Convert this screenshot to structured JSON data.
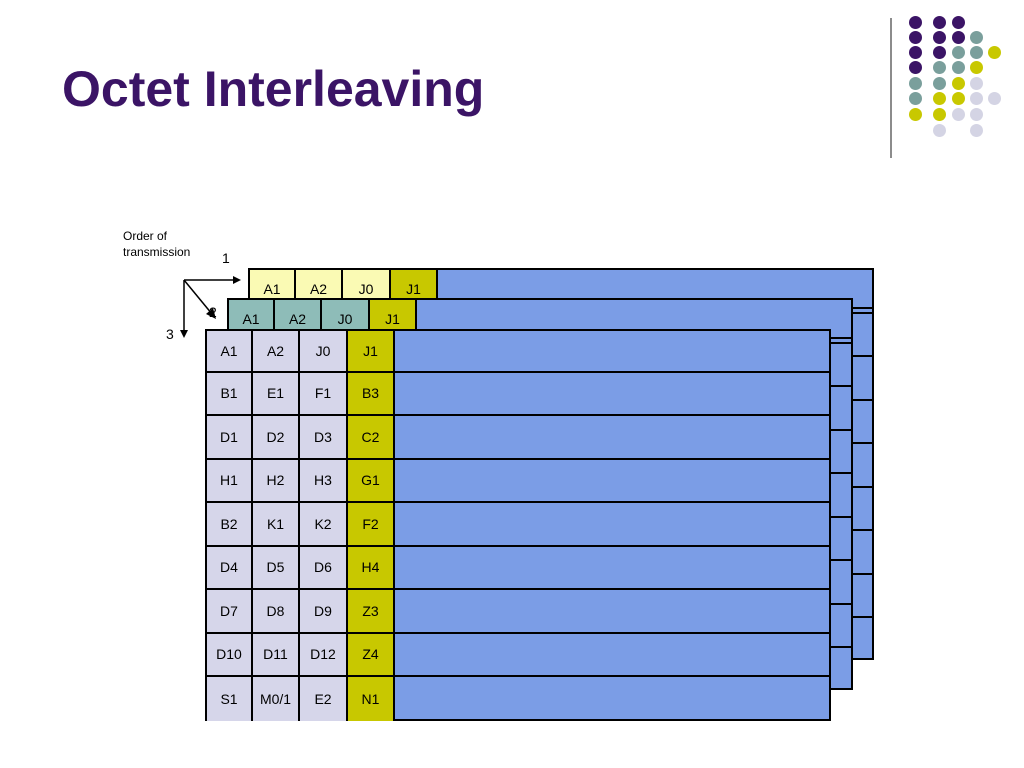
{
  "title": "Octet Interleaving",
  "caption": {
    "line1": "Order of",
    "line2": "transmission"
  },
  "order_labels": [
    "1",
    "2",
    "3"
  ],
  "colors": {
    "title": "#3b1466",
    "payload_blue": "#7b9de6",
    "oh_lavender": "#d6d6ea",
    "oh_yellow": "#c8c800",
    "frame1_cream": "#fafab4",
    "frame2_teal": "#8ebcb8"
  },
  "frame1": {
    "row0": [
      "A1",
      "A2",
      "J0",
      "J1"
    ]
  },
  "frame2": {
    "row0": [
      "A1",
      "A2",
      "J0",
      "J1"
    ]
  },
  "frame3": {
    "rows": [
      [
        "A1",
        "A2",
        "J0",
        "J1"
      ],
      [
        "B1",
        "E1",
        "F1",
        "B3"
      ],
      [
        "D1",
        "D2",
        "D3",
        "C2"
      ],
      [
        "H1",
        "H2",
        "H3",
        "G1"
      ],
      [
        "B2",
        "K1",
        "K2",
        "F2"
      ],
      [
        "D4",
        "D5",
        "D6",
        "H4"
      ],
      [
        "D7",
        "D8",
        "D9",
        "Z3"
      ],
      [
        "D10",
        "D11",
        "D12",
        "Z4"
      ],
      [
        "S1",
        "M0/1",
        "E2",
        "N1"
      ]
    ]
  }
}
